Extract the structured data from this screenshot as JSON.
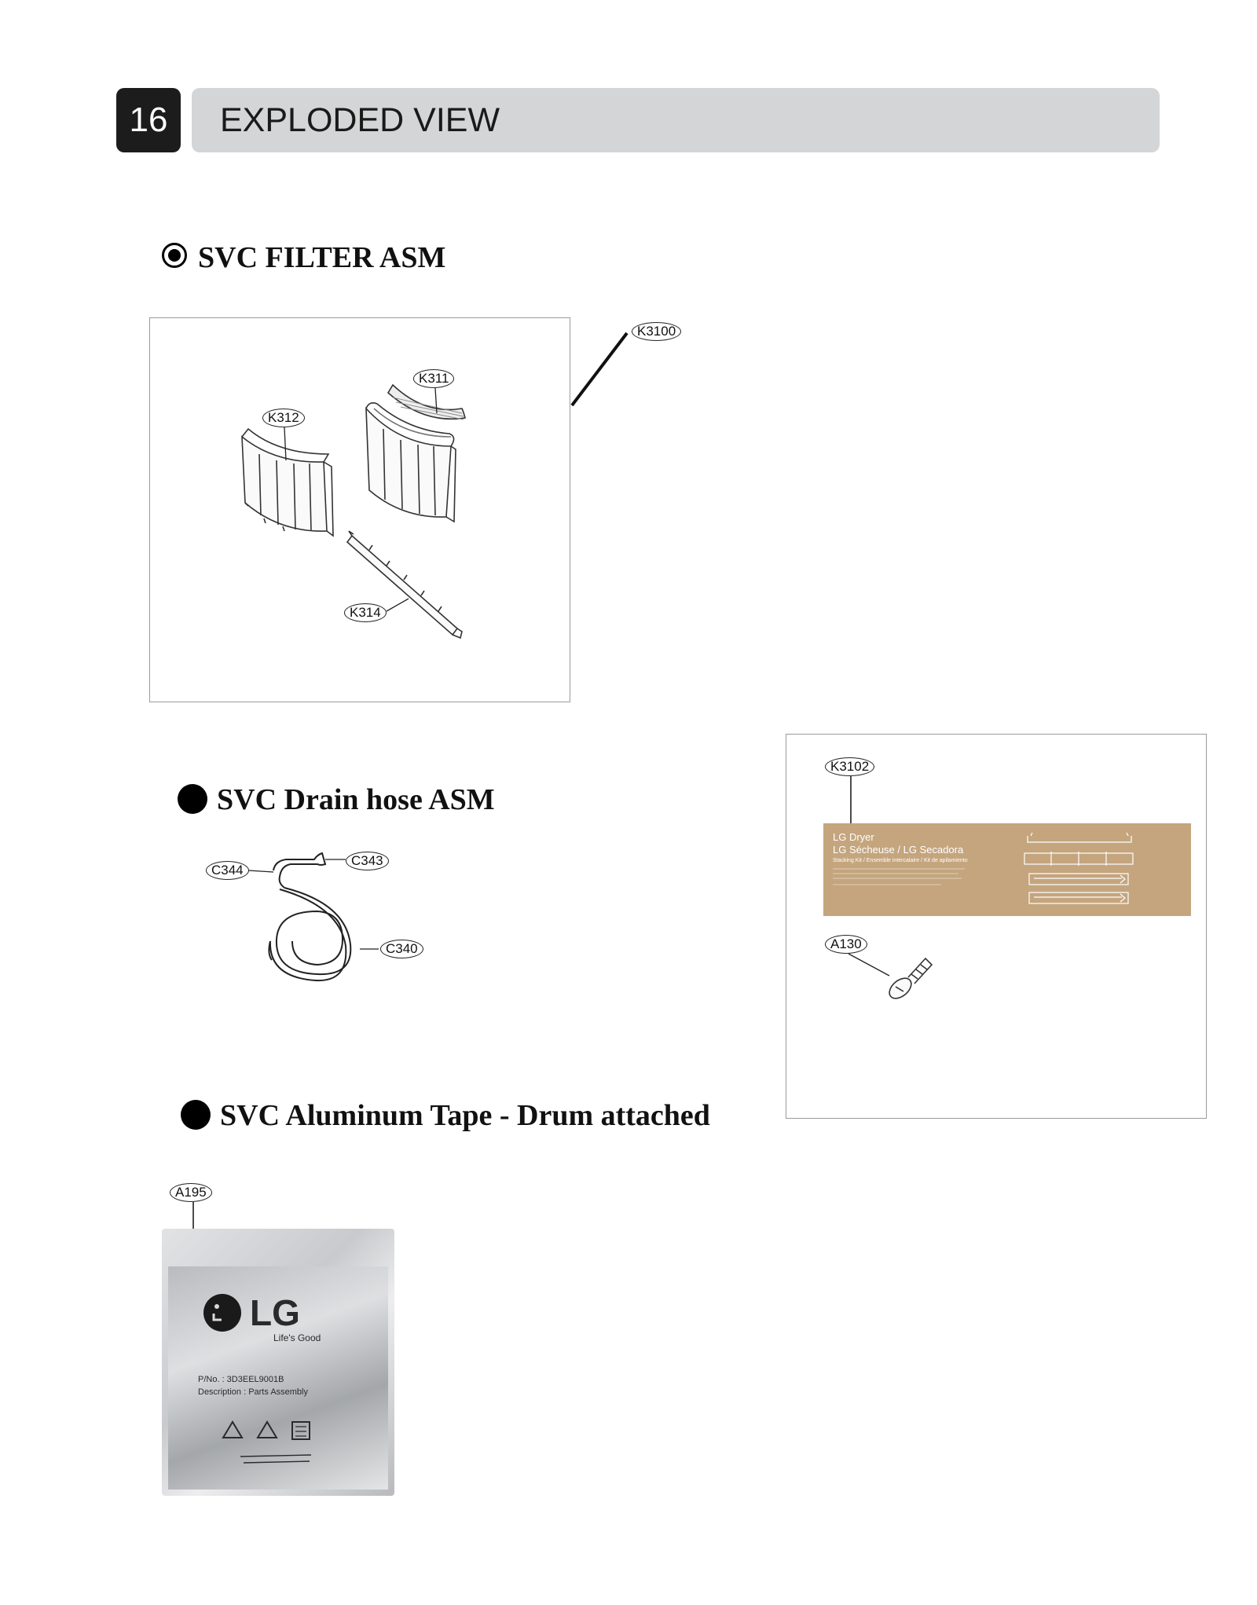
{
  "header": {
    "page_number": "16",
    "title": "EXPLODED VIEW"
  },
  "sections": {
    "filter": {
      "title": "SVC FILTER ASM"
    },
    "drain": {
      "title": "SVC Drain hose ASM"
    },
    "tape": {
      "title": "SVC Aluminum Tape - Drum attached"
    }
  },
  "callouts": {
    "k3100": "K3100",
    "k311": "K311",
    "k312": "K312",
    "k314": "K314",
    "c344": "C344",
    "c343": "C343",
    "c340": "C340",
    "k3102": "K3102",
    "a130": "A130",
    "a195": "A195"
  },
  "stacking_label": {
    "line1": "LG Dryer",
    "line2": "LG Sécheuse / LG Secadora",
    "line3": "Stacking Kit / Ensemble intercalaire / Kit de apilamiento"
  },
  "tape_bag": {
    "logo": "LG",
    "tagline": "Life's Good",
    "line1": "P/No. : 3D3EEL9001B",
    "line2": "Description : Parts Assembly"
  },
  "colors": {
    "header_bar": "#d4d5d7",
    "page_number_bg": "#1c1c1c",
    "label_card": "#c4a57e"
  }
}
